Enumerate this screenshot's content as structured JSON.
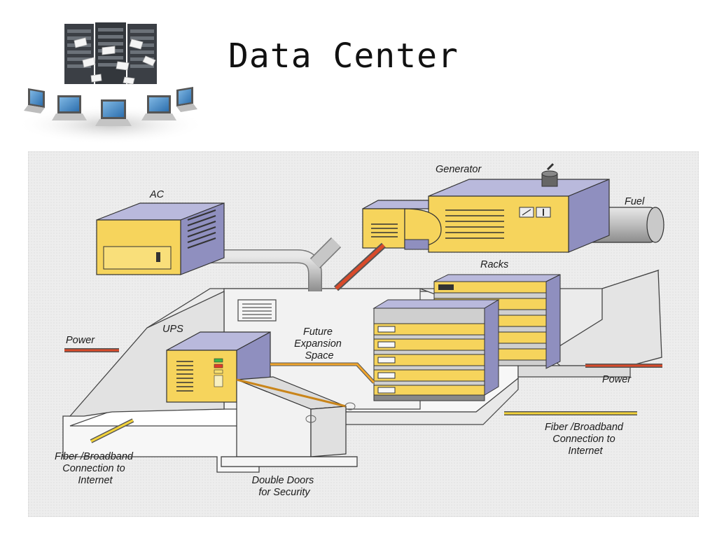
{
  "slide": {
    "title": "Data Center"
  },
  "logo": {
    "icon": "server-racks-connected-laptops-icon"
  },
  "diagram": {
    "labels": {
      "ac": "AC",
      "generator": "Generator",
      "fuel": "Fuel",
      "racks": "Racks",
      "ups": "UPS",
      "power_left": "Power",
      "power_right": "Power",
      "future_1": "Future",
      "future_2": "Expansion",
      "future_3": "Space",
      "fiber_left_1": "Fiber /Broadband",
      "fiber_left_2": "Connection to",
      "fiber_left_3": "Internet",
      "fiber_right_1": "Fiber /Broadband",
      "fiber_right_2": "Connection to",
      "fiber_right_3": "Internet",
      "doors_1": "Double Doors",
      "doors_2": "for Security"
    },
    "colors": {
      "background": "#ececec",
      "unit_yellow": "#f6d45c",
      "unit_top": "#b9b9dc",
      "unit_side": "#8f8fbf",
      "power_line": "#d94a2a",
      "fiber_line": "#f3d33a"
    }
  }
}
